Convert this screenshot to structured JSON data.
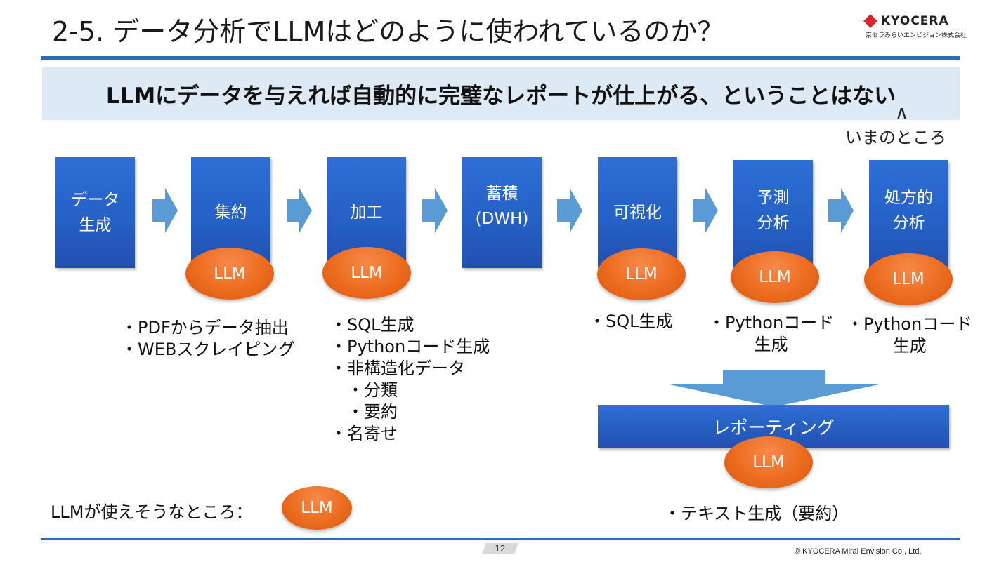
{
  "header": {
    "title": "2-5. データ分析でLLMはどのように使われているのか？",
    "logo_text": "KYOCERA",
    "logo_sub": "京セラみらいエンビジョン株式会社"
  },
  "banner": {
    "text": "LLMにデータを与えれば自動的に完璧なレポートが仕上がる、ということはない",
    "caret": "∧",
    "note": "いまのところ"
  },
  "flow": {
    "steps": [
      {
        "label": "データ\n生成"
      },
      {
        "label": "集約"
      },
      {
        "label": "加工"
      },
      {
        "label": "蓄積\n(DWH)"
      },
      {
        "label": "可視化"
      },
      {
        "label": "予測\n分析"
      },
      {
        "label": "処方的\n分析"
      }
    ],
    "llm_label": "LLM"
  },
  "notes": {
    "aggregate": [
      "・PDFからデータ抽出",
      "・WEBスクレイピング"
    ],
    "process": [
      "・SQL生成",
      "・Pythonコード生成",
      "・非構造化データ",
      "　・分類",
      "　・要約",
      "・名寄せ"
    ],
    "visualize": [
      "・SQL生成"
    ],
    "predict": [
      "・Pythonコード",
      "生成"
    ],
    "prescriptive": [
      "・Pythonコード",
      "生成"
    ],
    "reporting": [
      "・テキスト生成（要約）"
    ]
  },
  "reporting": {
    "label": "レポーティング"
  },
  "legend": {
    "text": "LLMが使えそうなところ：",
    "llm": "LLM"
  },
  "footer": {
    "page": "12",
    "copyright": "© KYOCERA Mirai Envision Co., Ltd."
  },
  "colors": {
    "box_blue": "#2561c6",
    "llm_orange": "#ec6c1f",
    "arrow_blue": "#5b9bd5",
    "rule_blue": "#2d6fb6",
    "banner_bg": "#dde9f5"
  }
}
